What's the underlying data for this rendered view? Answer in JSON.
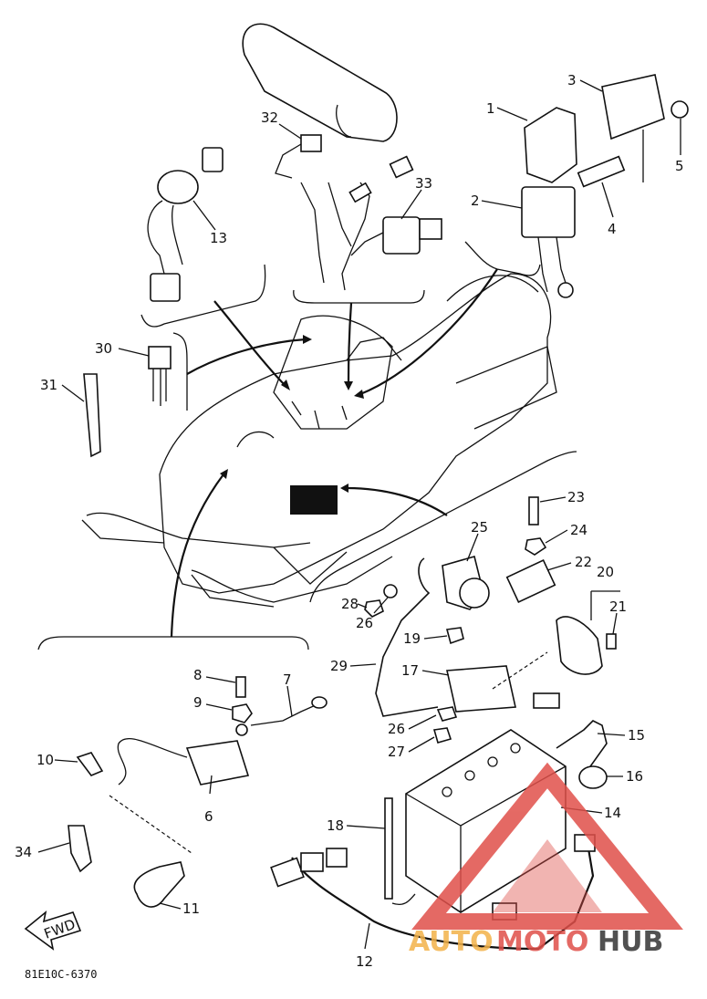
{
  "diagram": {
    "figure_code": "81E10C-6370",
    "fwd_label": "FWD",
    "callouts": [
      "1",
      "2",
      "3",
      "4",
      "5",
      "6",
      "7",
      "8",
      "9",
      "10",
      "11",
      "12",
      "13",
      "14",
      "15",
      "16",
      "17",
      "18",
      "19",
      "20",
      "21",
      "22",
      "23",
      "24",
      "25",
      "26",
      "26",
      "27",
      "28",
      "29",
      "30",
      "31",
      "32",
      "33",
      "34"
    ]
  },
  "watermark": {
    "part1": "AUTO",
    "part2": "MOTO",
    "part3": "HUB",
    "color_primary": "#e0504a",
    "color_secondary": "#f3b24a",
    "color_dark": "#333333"
  }
}
